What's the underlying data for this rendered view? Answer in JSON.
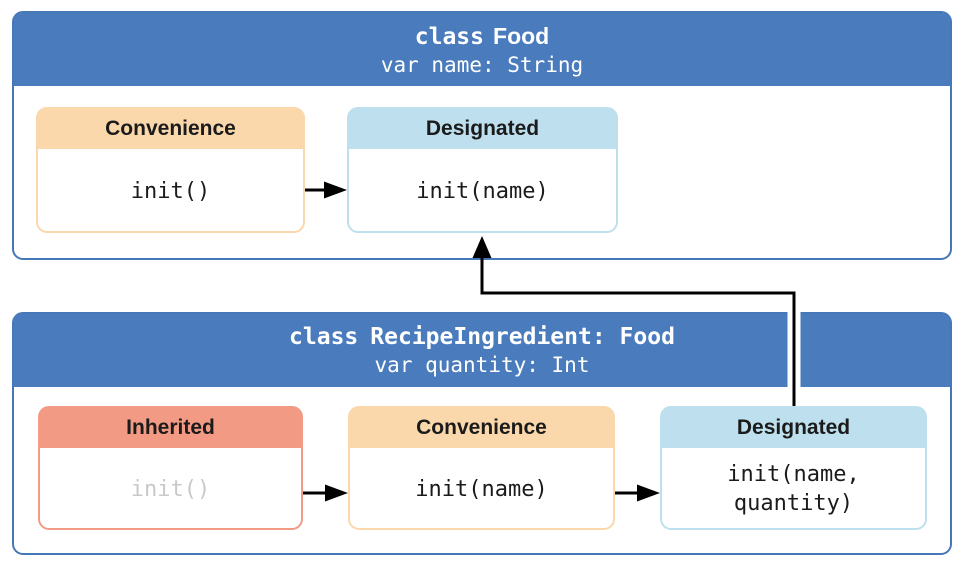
{
  "diagram": {
    "food": {
      "keyword": "class",
      "name": "Food",
      "property": "var name: String",
      "convenience": {
        "label": "Convenience",
        "init": "init()"
      },
      "designated": {
        "label": "Designated",
        "init": "init(name)"
      }
    },
    "recipe": {
      "keyword": "class",
      "name": "RecipeIngredient: Food",
      "property": "var quantity: Int",
      "inherited": {
        "label": "Inherited",
        "init": "init()"
      },
      "convenience": {
        "label": "Convenience",
        "init": "init(name)"
      },
      "designated": {
        "label": "Designated",
        "init_line1": "init(name,",
        "init_line2": "quantity)"
      }
    },
    "colors": {
      "class_header": "#4a7cbd",
      "class_border": "#4678b8",
      "convenience": "#fad8ac",
      "designated": "#bedfee",
      "inherited": "#f29a84",
      "text": "#1b1b1b",
      "dimmed_text": "#c9c9c9",
      "arrow": "#000000"
    }
  }
}
